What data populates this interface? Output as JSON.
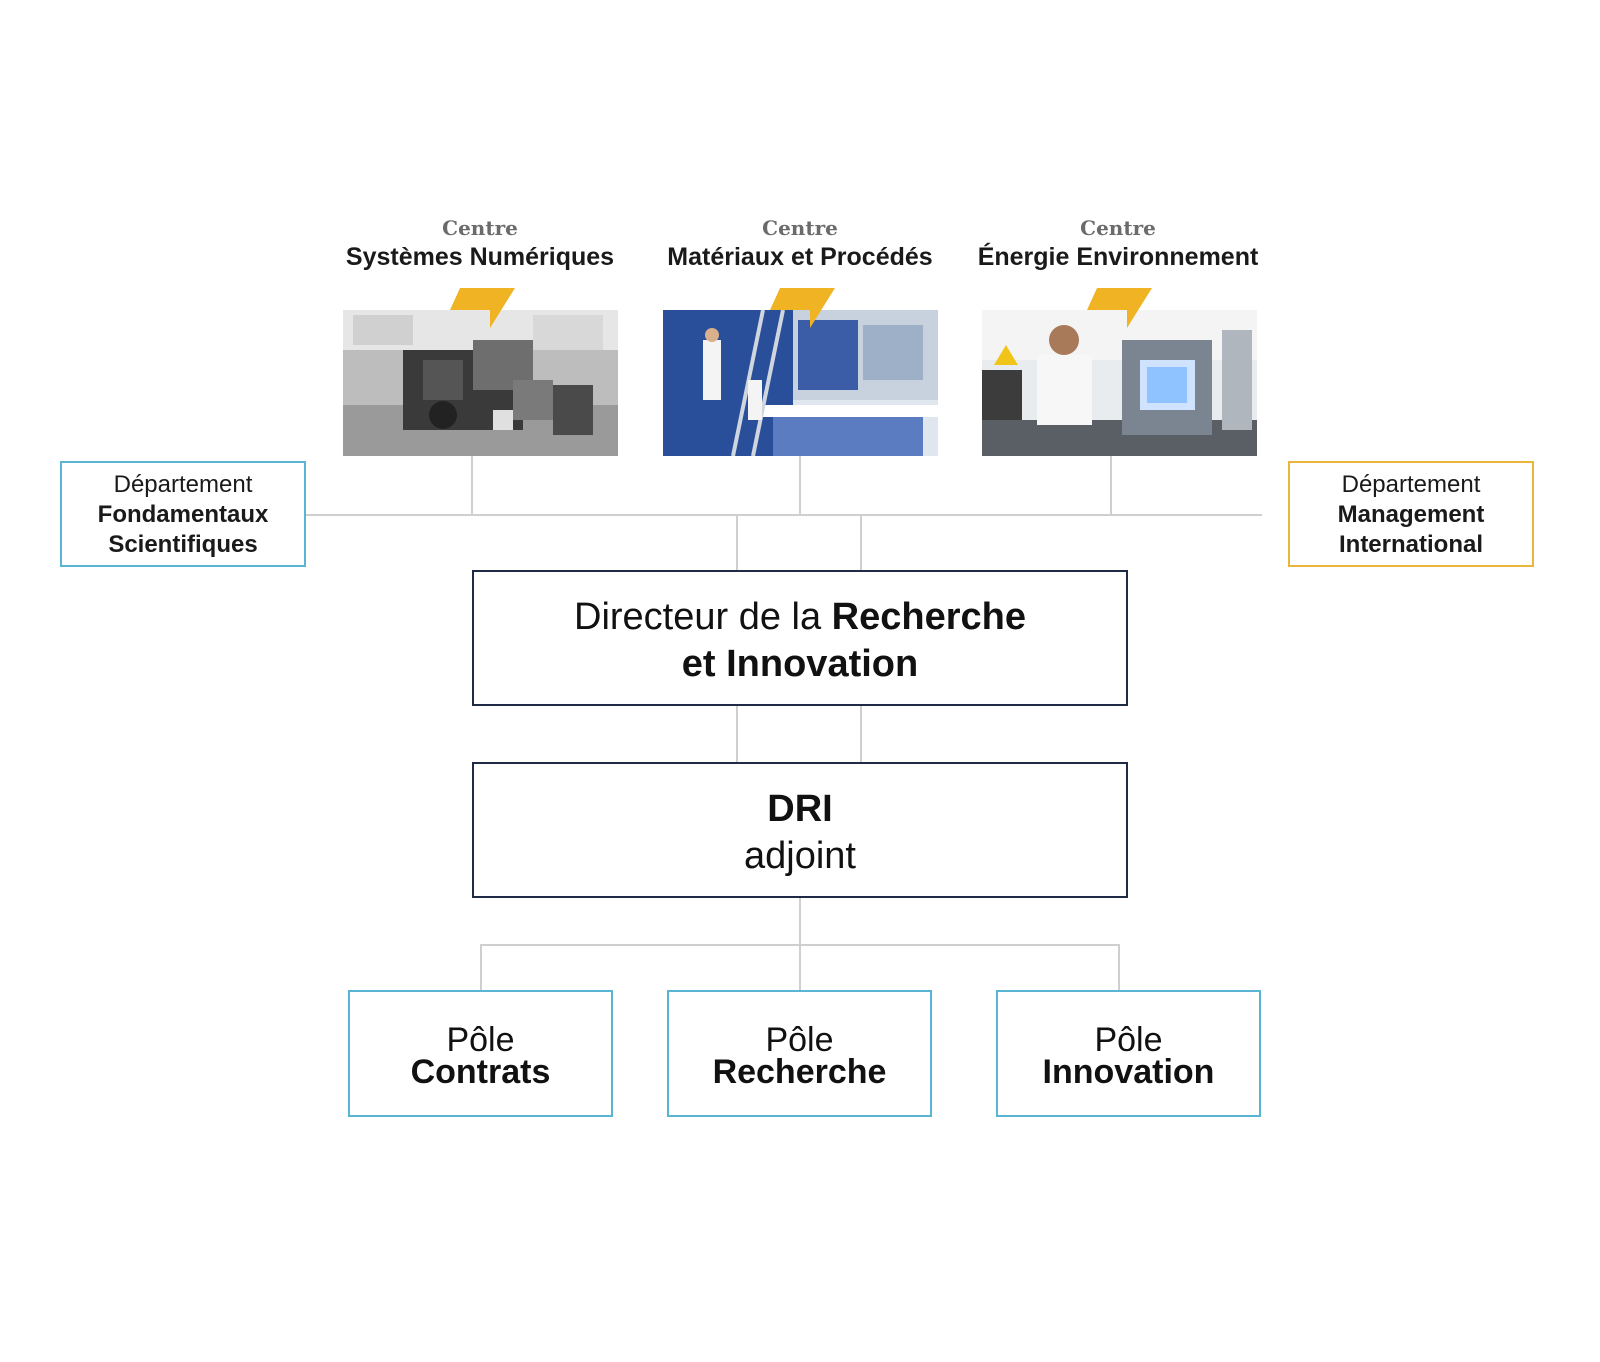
{
  "centres": [
    {
      "label": "Centre",
      "name": "Systèmes Numériques",
      "photo": "industrial-machinery-hall-photo"
    },
    {
      "label": "Centre",
      "name": "Matériaux et Procédés",
      "photo": "materials-lab-photo"
    },
    {
      "label": "Centre",
      "name": "Énergie Environnement",
      "photo": "energy-lab-photo"
    }
  ],
  "departments": {
    "left": {
      "label": "Département",
      "name_line1": "Fondamentaux",
      "name_line2": "Scientifiques"
    },
    "right": {
      "label": "Département",
      "name_line1": "Management",
      "name_line2": "International"
    }
  },
  "director": {
    "prefix": "Directeur de la ",
    "bold1": "Recherche",
    "bold2": "et Innovation"
  },
  "deputy": {
    "title": "DRI",
    "subtitle": "adjoint"
  },
  "poles": [
    {
      "label": "Pôle",
      "name": "Contrats"
    },
    {
      "label": "Pôle",
      "name": "Recherche"
    },
    {
      "label": "Pôle",
      "name": "Innovation"
    }
  ],
  "colors": {
    "line": "#cfcfcf",
    "accent_blue": "#5ab5d4",
    "accent_yellow": "#e9b53a",
    "navy": "#1f2a44",
    "flag": "#f0b323"
  }
}
